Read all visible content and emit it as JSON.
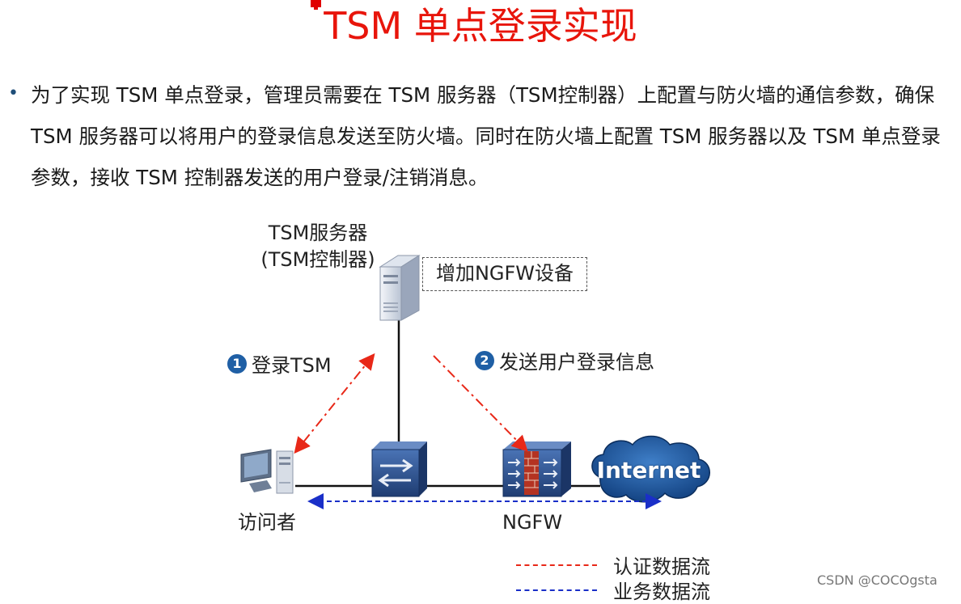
{
  "title": "TSM 单点登录实现",
  "body": {
    "paragraph": "为了实现 TSM 单点登录，管理员需要在 TSM 服务器（TSM控制器）上配置与防火墙的通信参数，确保 TSM 服务器可以将用户的登录信息发送至防火墙。同时在防火墙上配置 TSM 服务器以及 TSM 单点登录参数，接收 TSM 控制器发送的用户登录/注销消息。"
  },
  "diagram": {
    "server_label_line1": "TSM服务器",
    "server_label_line2": "(TSM控制器)",
    "callout": "增加NGFW设备",
    "step1_number": "1",
    "step1_label": "登录TSM",
    "step2_number": "2",
    "step2_label": "发送用户登录信息",
    "visitor_label": "访问者",
    "ngfw_label": "NGFW",
    "internet_label": "Internet"
  },
  "legend": {
    "auth_flow": "认证数据流",
    "business_flow": "业务数据流"
  },
  "watermark": "CSDN @COCOgsta",
  "colors": {
    "title": "#e8150b",
    "auth_flow": "#e82818",
    "business_flow": "#1a2fc8",
    "step_badge": "#1f5fa5",
    "device_blue": "#2a4d85"
  }
}
